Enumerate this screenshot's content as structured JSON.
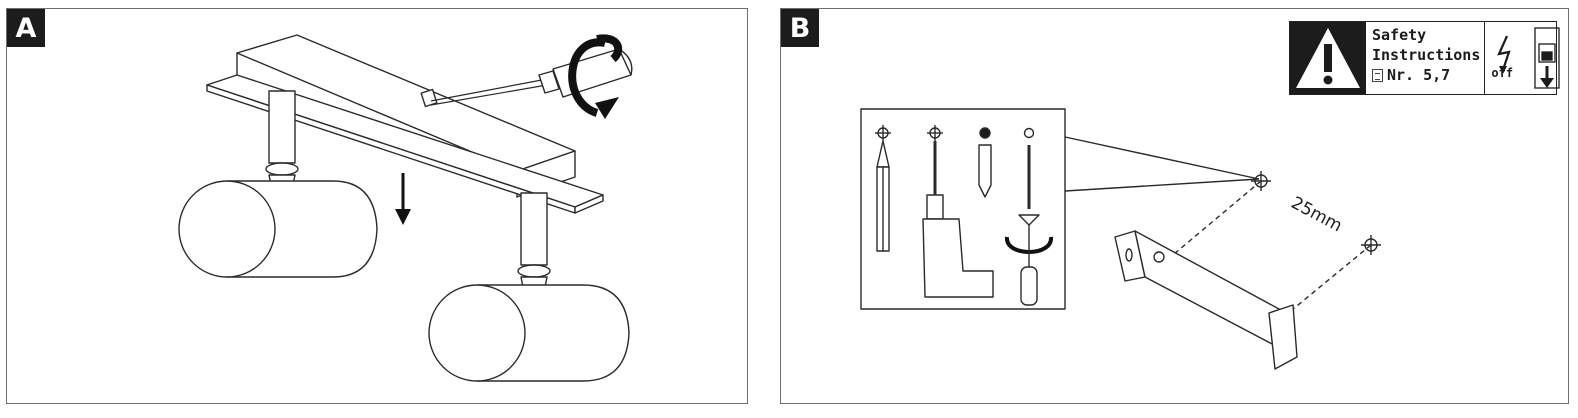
{
  "panels": [
    {
      "label": "A"
    },
    {
      "label": "B"
    }
  ],
  "safety": {
    "line1": "Safety",
    "line2": "Instructions",
    "ref": "Nr. 5,7",
    "off_label": "off"
  },
  "dimension": "25mm"
}
